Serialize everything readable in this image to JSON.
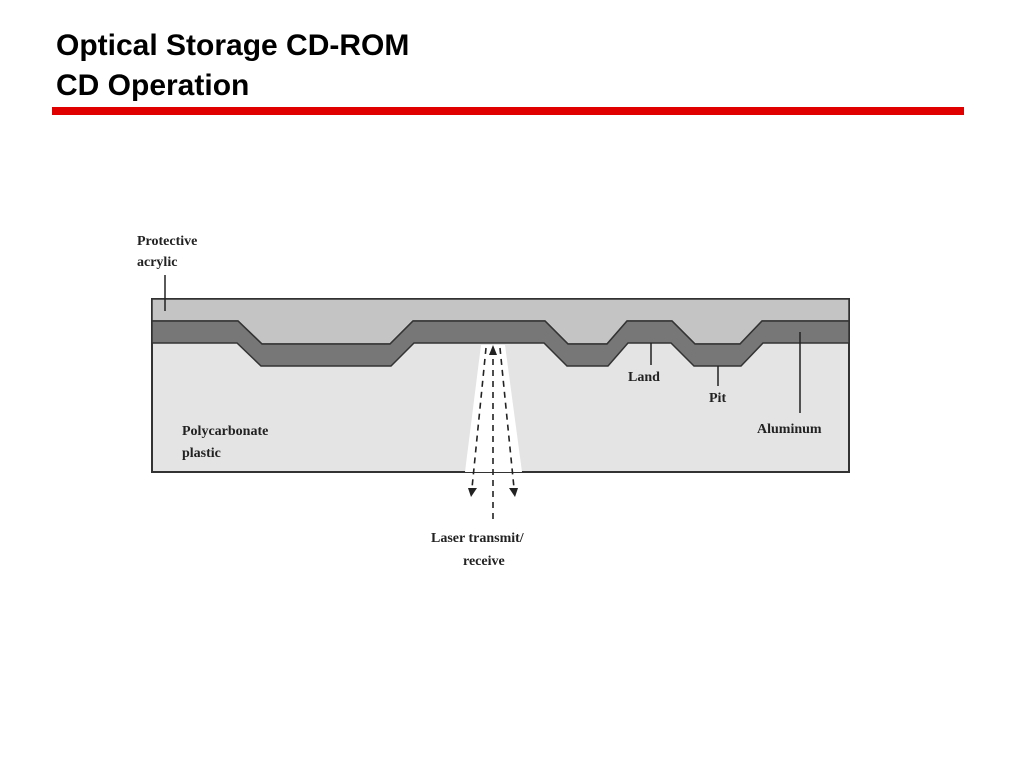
{
  "slide": {
    "title_line1": "Optical Storage CD-ROM",
    "title_line2": "CD Operation",
    "accent_color": "#e00000"
  },
  "diagram": {
    "labels": {
      "protective_line1": "Protective",
      "protective_line2": "acrylic",
      "poly_line1": "Polycarbonate",
      "poly_line2": "plastic",
      "land": "Land",
      "pit": "Pit",
      "aluminum": "Aluminum",
      "laser_line1": "Laser transmit/",
      "laser_line2": "receive"
    },
    "colors": {
      "acrylic": "#c4c4c4",
      "aluminum": "#777777",
      "polycarbonate": "#e4e4e4",
      "outline": "#333333"
    }
  }
}
